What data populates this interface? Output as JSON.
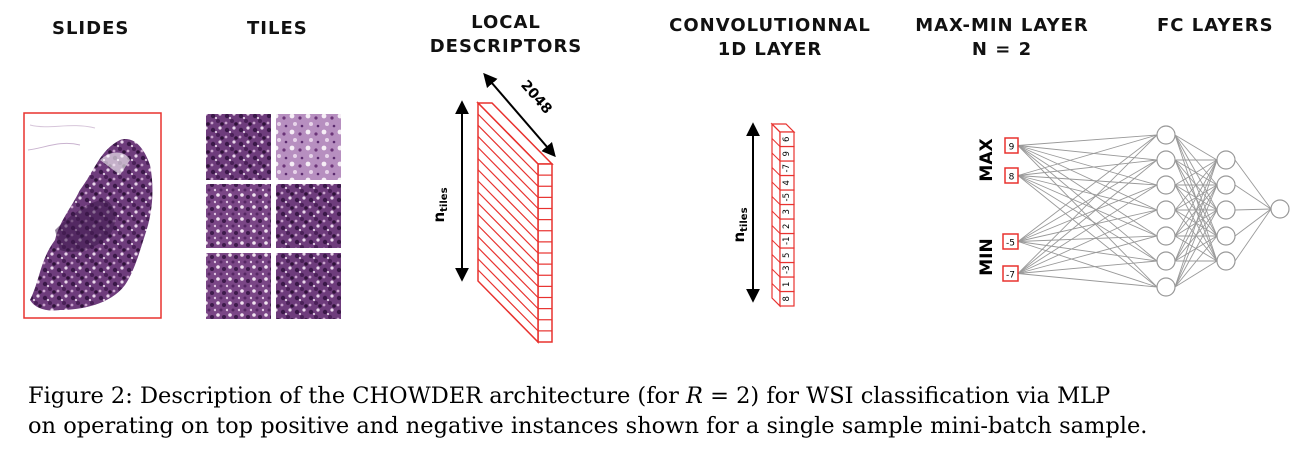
{
  "headers": {
    "slides": "SLIDES",
    "tiles": "TILES",
    "local_line1": "LOCAL",
    "local_line2": "DESCRIPTORS",
    "conv_line1": "CONVOLUTIONNAL",
    "conv_line2": "1D LAYER",
    "maxmin_line1": "MAX-MIN LAYER",
    "maxmin_line2": "N = 2",
    "fc": "FC LAYERS"
  },
  "descriptor_dim": "2048",
  "n_tiles_label": {
    "base": "n",
    "sub": "tiles"
  },
  "conv_scores": [
    "8",
    "1",
    "-3",
    "5",
    "-1",
    "2",
    "3",
    "-5",
    "4",
    "-7",
    "9",
    "6"
  ],
  "maxmin": {
    "max_label": "MAX",
    "min_label": "MIN",
    "max_values": [
      "9",
      "8"
    ],
    "min_values": [
      "-5",
      "-7"
    ]
  },
  "caption": {
    "part1": "Figure 2: Description of the CHOWDER architecture (for ",
    "var": "R",
    "part2": " = 2) for WSI classification via MLP",
    "line2": "on operating on top positive and negative instances shown for a single sample mini-batch sample."
  },
  "colors": {
    "accent_red": "#e8322f",
    "tissue_purple": "#5a2a6e",
    "network_gray": "#999999"
  }
}
